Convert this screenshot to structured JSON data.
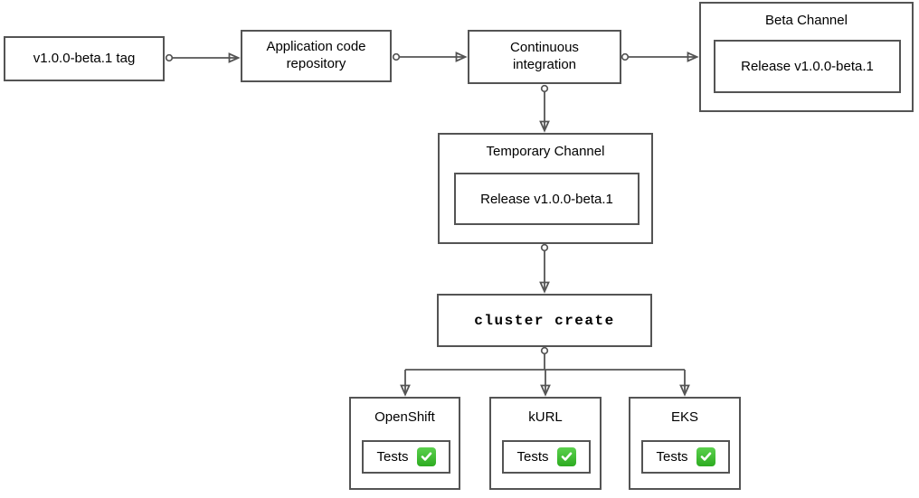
{
  "diagram": {
    "nodes": {
      "tag": {
        "label": "v1.0.0-beta.1 tag"
      },
      "repository": {
        "label": "Application code\nrepository"
      },
      "ci": {
        "label": "Continuous\nintegration"
      },
      "beta_channel": {
        "title": "Beta Channel",
        "release_label": "Release v1.0.0-beta.1"
      },
      "temporary_channel": {
        "title": "Temporary Channel",
        "release_label": "Release v1.0.0-beta.1"
      },
      "cluster_create": {
        "label": "cluster create"
      },
      "openshift": {
        "title": "OpenShift",
        "tests_label": "Tests",
        "tests_status_icon": "check-mark-button"
      },
      "kurl": {
        "title": "kURL",
        "tests_label": "Tests",
        "tests_status_icon": "check-mark-button"
      },
      "eks": {
        "title": "EKS",
        "tests_label": "Tests",
        "tests_status_icon": "check-mark-button"
      }
    },
    "colors": {
      "border": "#545454",
      "text": "#000000",
      "check_green": "#2dab20",
      "background": "#ffffff"
    }
  }
}
